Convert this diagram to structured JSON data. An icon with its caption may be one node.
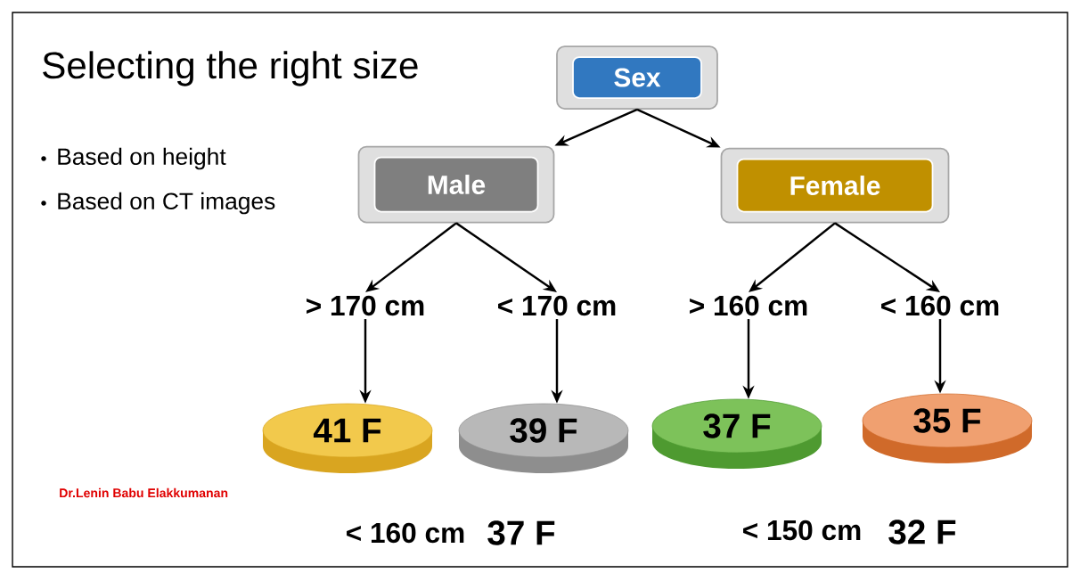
{
  "diagram": {
    "title": "Selecting the right size",
    "nodes": [
      {
        "text": [
          "Sex"
        ]
      },
      {
        "text": [
          "Male"
        ]
      },
      {
        "text": [
          "Female"
        ]
      },
      {
        "text": [
          "> 170 cm"
        ]
      },
      {
        "text": [
          "< 170 cm"
        ]
      },
      {
        "text": [
          "> 160 cm"
        ]
      },
      {
        "text": [
          "< 160 cm"
        ]
      },
      {
        "text": [
          "41 F"
        ]
      },
      {
        "text": [
          "39 F"
        ]
      },
      {
        "text": [
          "37 F"
        ]
      },
      {
        "text": [
          "35 F"
        ]
      }
    ],
    "edges": [
      {
        "from": 0,
        "to": 1,
        "arrow": "to"
      },
      {
        "from": 0,
        "to": 2,
        "arrow": "to"
      },
      {
        "from": 1,
        "to": 3,
        "arrow": "to"
      },
      {
        "from": 1,
        "to": 4,
        "arrow": "to"
      },
      {
        "from": 2,
        "to": 5,
        "arrow": "to"
      },
      {
        "from": 2,
        "to": 6,
        "arrow": "to"
      },
      {
        "from": 3,
        "to": 7,
        "arrow": "to"
      },
      {
        "from": 4,
        "to": 8,
        "arrow": "to"
      },
      {
        "from": 5,
        "to": 9,
        "arrow": "to"
      },
      {
        "from": 6,
        "to": 10,
        "arrow": "to"
      }
    ],
    "labels": [
      "Based on height",
      "Based on CT images",
      "Dr.Lenin Babu Elakkumanan",
      "< 160 cm",
      "37 F",
      "< 150 cm",
      "32 F"
    ]
  }
}
